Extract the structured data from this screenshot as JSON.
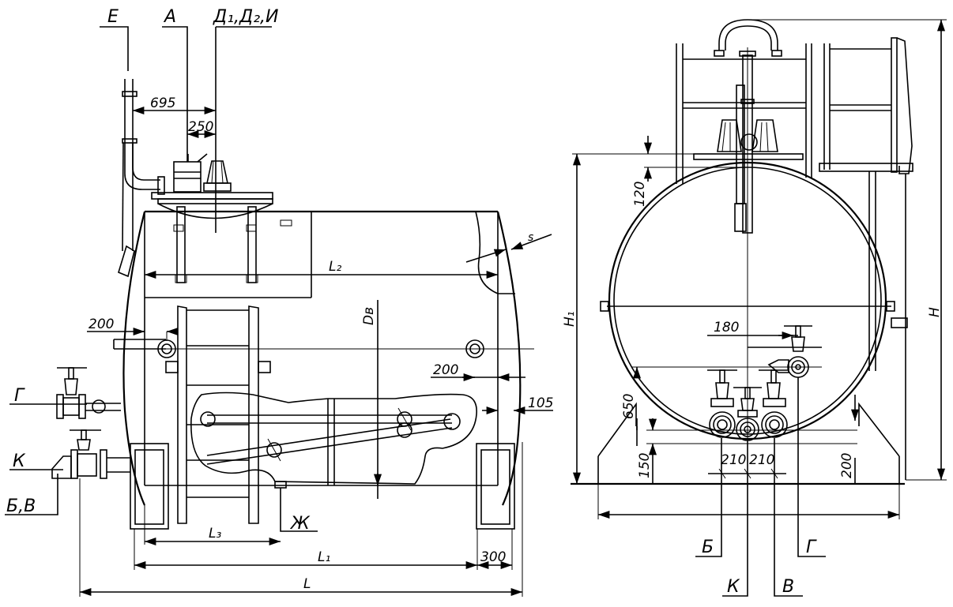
{
  "labels": {
    "E": "Е",
    "A": "А",
    "D": "Д₁,Д₂,И",
    "G_left": "Г",
    "K_left": "К",
    "BV": "Б,В",
    "ZH": "Ж",
    "B_right": "Б",
    "G_right": "Г",
    "K_right": "К",
    "V_right": "В"
  },
  "dims": {
    "d695": "695",
    "d250": "250",
    "d200a": "200",
    "d200b": "200",
    "d105": "105",
    "s": "s",
    "L2": "L₂",
    "Dv": "Dв",
    "L3": "L₃",
    "L1": "L₁",
    "d300": "300",
    "L": "L",
    "d120": "120",
    "H1": "H₁",
    "H": "H",
    "d180": "180",
    "d650": "650",
    "d150": "150",
    "d210a": "210",
    "d210b": "210",
    "d200c": "200"
  }
}
